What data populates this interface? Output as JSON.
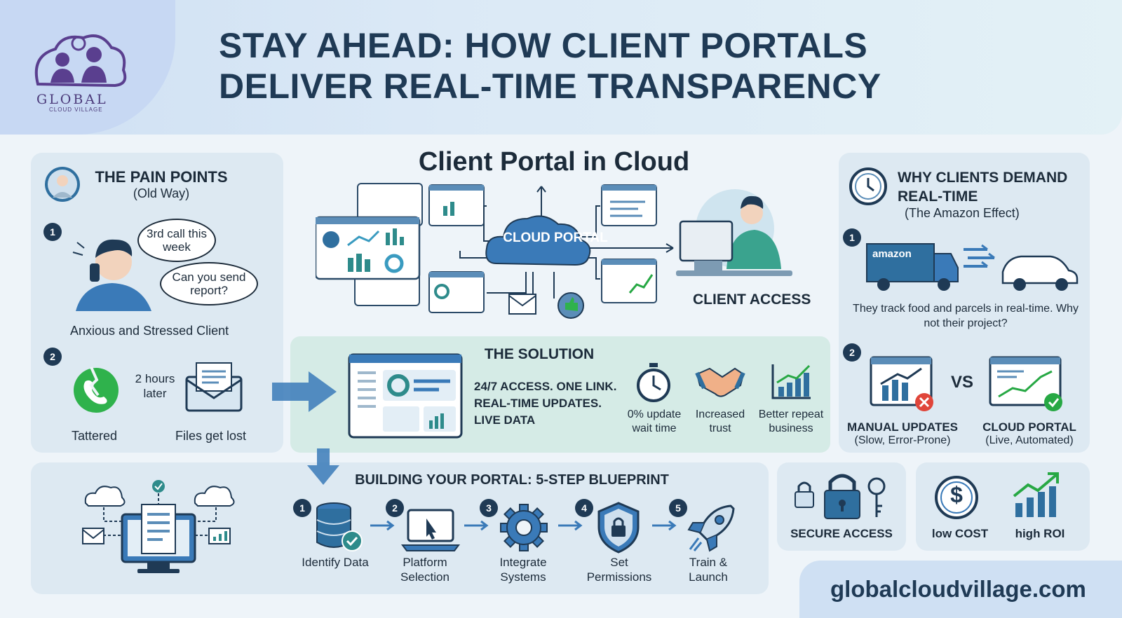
{
  "header": {
    "title_line1": "STAY AHEAD: HOW CLIENT PORTALS",
    "title_line2": "DELIVER REAL-TIME TRANSPARENCY",
    "logo_text": "GLOBAL",
    "logo_sub": "CLOUD VILLAGE"
  },
  "pain": {
    "title": "THE PAIN POINTS",
    "subtitle": "(Old Way)",
    "step1": "1",
    "bubble1": "3rd call this week",
    "bubble2": "Can you send report?",
    "caption1": "Anxious and Stressed Client",
    "step2": "2",
    "delay": "2 hours later",
    "label_tattered": "Tattered",
    "label_lost": "Files get lost"
  },
  "center": {
    "title": "Client Portal in Cloud",
    "cloud_label": "CLOUD PORTAL",
    "client_access": "CLIENT ACCESS"
  },
  "why": {
    "title": "WHY CLIENTS DEMAND REAL-TIME",
    "subtitle": "(The Amazon Effect)",
    "step1": "1",
    "amazon": "amazon",
    "caption": "They track food and parcels in real-time. Why not their project?",
    "step2": "2",
    "vs": "VS",
    "manual": "MANUAL UPDATES",
    "manual_sub": "(Slow, Error-Prone)",
    "cloud": "CLOUD PORTAL",
    "cloud_sub": "(Live, Automated)"
  },
  "solution": {
    "title": "THE SOLUTION",
    "line1": "24/7 ACCESS. ONE LINK.",
    "line2": "REAL-TIME UPDATES.",
    "line3": "LIVE DATA",
    "benefit1": "0% update wait time",
    "benefit2": "Increased trust",
    "benefit3": "Better repeat business"
  },
  "blueprint": {
    "title": "BUILDING YOUR PORTAL: 5-STEP BLUEPRINT",
    "steps": [
      {
        "num": "1",
        "label": "Identify Data"
      },
      {
        "num": "2",
        "label": "Platform Selection"
      },
      {
        "num": "3",
        "label": "Integrate Systems"
      },
      {
        "num": "4",
        "label": "Set Permissions"
      },
      {
        "num": "5",
        "label": "Train & Launch"
      }
    ]
  },
  "secure": {
    "label": "SECURE ACCESS"
  },
  "cost": {
    "low": "low COST",
    "high": "high ROI"
  },
  "footer": {
    "website": "globalcloudvillage.com"
  },
  "colors": {
    "navy": "#1f3a55",
    "teal": "#2e8b8b",
    "green": "#27a844",
    "red": "#e0453a",
    "accent_blue": "#3a7ab8"
  }
}
